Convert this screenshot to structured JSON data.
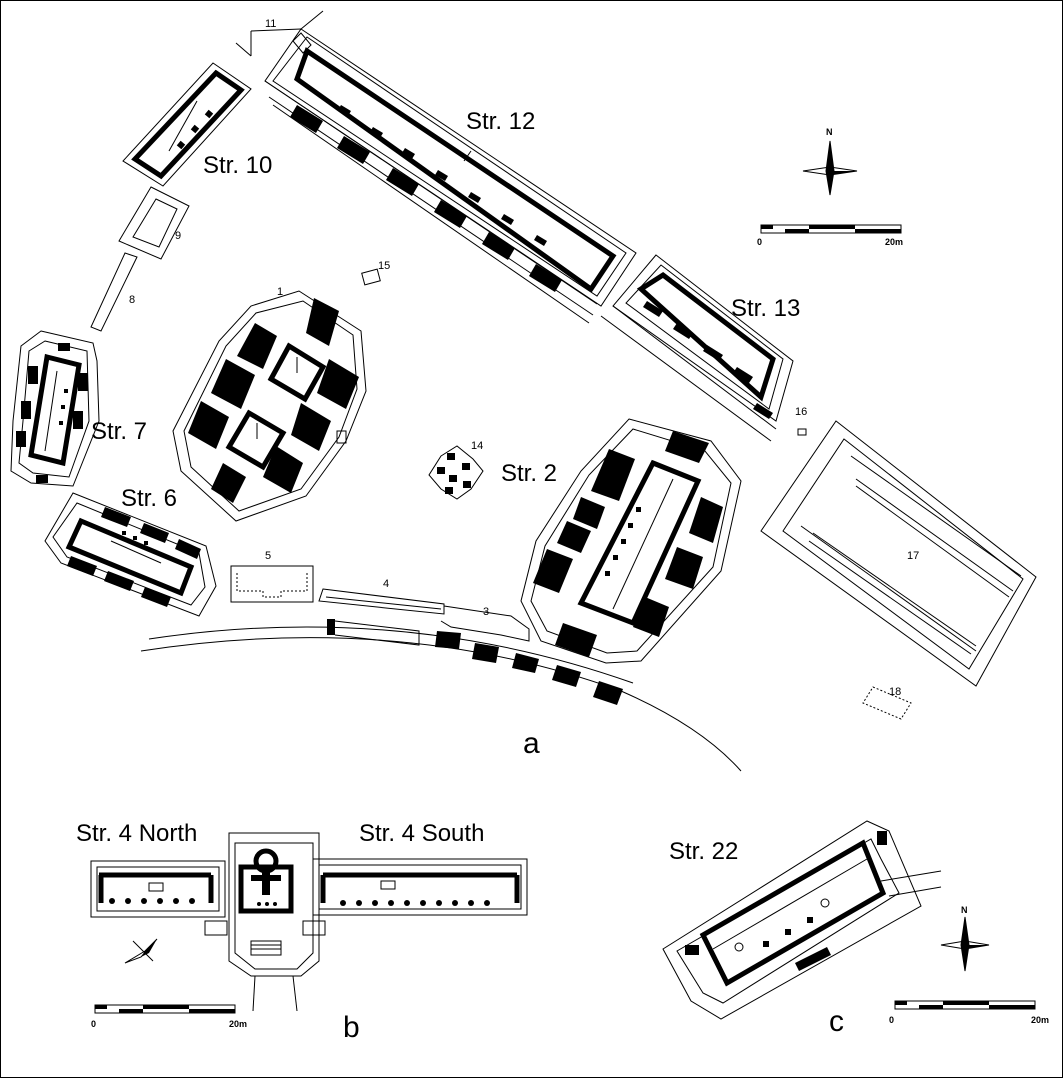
{
  "panels": {
    "a": "a",
    "b": "b",
    "c": "c"
  },
  "structures": {
    "str12": "Str. 12",
    "str10": "Str. 10",
    "str13": "Str. 13",
    "str7": "Str. 7",
    "str6": "Str. 6",
    "str2": "Str. 2",
    "str4n": "Str. 4 North",
    "str4s": "Str. 4 South",
    "str22": "Str. 22"
  },
  "features": {
    "f1": "1",
    "f3": "3",
    "f4": "4",
    "f5": "5",
    "f8": "8",
    "f9": "9",
    "f11": "11",
    "f14": "14",
    "f15": "15",
    "f16": "16",
    "f17": "17",
    "f18": "18"
  },
  "north": "N",
  "scales": {
    "a": {
      "start": "0",
      "end": "20m"
    },
    "b": {
      "start": "0",
      "end": "20m"
    },
    "c": {
      "start": "0",
      "end": "20m"
    }
  }
}
